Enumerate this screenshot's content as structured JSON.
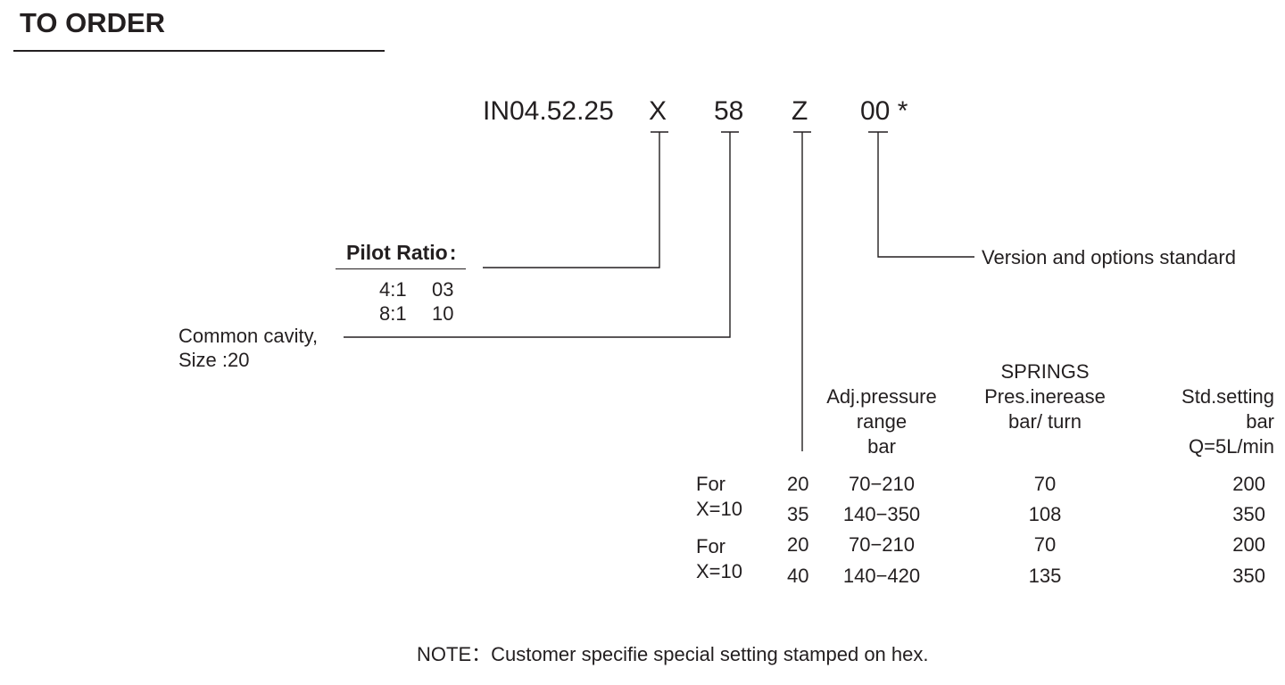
{
  "header": {
    "title": "TO ORDER"
  },
  "code": {
    "base": "IN04.52.25",
    "pilot": "X",
    "cavity": "58",
    "spring": "Z",
    "version": "00 *"
  },
  "pilot_ratio": {
    "heading": "Pilot Ratio",
    "colon": ":",
    "options": [
      {
        "ratio": "4:1",
        "code": "03"
      },
      {
        "ratio": "8:1",
        "code": "10"
      }
    ]
  },
  "cavity": {
    "line1": "Common cavity,",
    "line2": "Size :20"
  },
  "version": {
    "label": "Version and options standard"
  },
  "springs_table": {
    "col_range": [
      "Adj.pressure",
      "range",
      "bar"
    ],
    "col_increase": [
      "SPRINGS",
      "Pres.inerease",
      "bar/ turn"
    ],
    "col_setting": [
      "Std.setting",
      "bar",
      "Q=5L/min"
    ],
    "groups": [
      {
        "label_1": "For",
        "label_2": "X=10",
        "rows": [
          {
            "code": "20",
            "range": "70−210",
            "increase": "70",
            "setting": "200"
          },
          {
            "code": "35",
            "range": "140−350",
            "increase": "108",
            "setting": "350"
          }
        ]
      },
      {
        "label_1": "For",
        "label_2": "X=10",
        "rows": [
          {
            "code": "20",
            "range": "70−210",
            "increase": "70",
            "setting": "200"
          },
          {
            "code": "40",
            "range": "140−420",
            "increase": "135",
            "setting": "350"
          }
        ]
      }
    ]
  },
  "note": {
    "prefix": "NOTE：",
    "text": "Customer specifie special setting stamped on hex."
  }
}
